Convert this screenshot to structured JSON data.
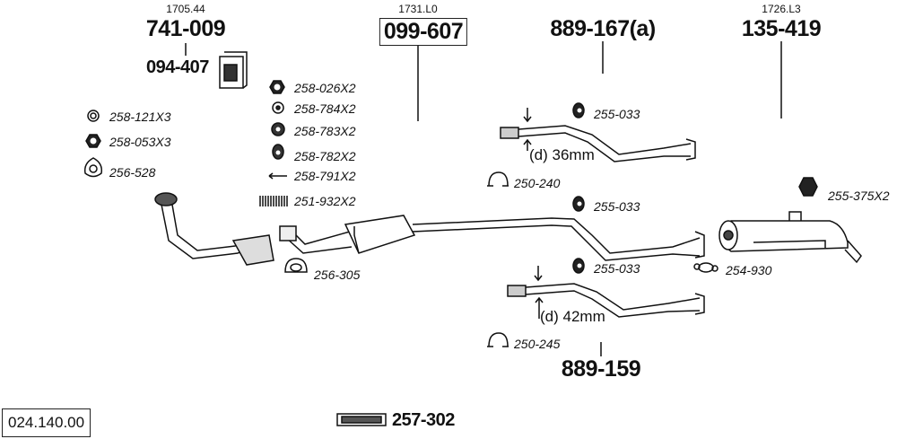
{
  "refs": {
    "downpipe_ref": "1705.44",
    "downpipe_part": "741-009",
    "bracket_part": "094-407",
    "catalyst_ref": "1731.L0",
    "catalyst_part": "099-607",
    "center_pipe_a_part": "889-167(a)",
    "rear_silencer_ref": "1726.L3",
    "rear_silencer_part": "135-419",
    "center_pipe_b_part": "889-159",
    "kit_part": "257-302",
    "model_code": "024.140.00"
  },
  "left_hardware": [
    {
      "icon": "washer-icon",
      "label": "258-121X3"
    },
    {
      "icon": "nut-icon",
      "label": "258-053X3"
    },
    {
      "icon": "gasket-icon",
      "label": "256-528"
    }
  ],
  "mid_hardware": [
    {
      "icon": "nut-icon",
      "label": "258-026X2"
    },
    {
      "icon": "washer-icon",
      "label": "258-784X2"
    },
    {
      "icon": "spring-washer-icon",
      "label": "258-783X2"
    },
    {
      "icon": "rubber-mount-icon",
      "label": "258-782X2"
    },
    {
      "icon": "bolt-icon",
      "label": "258-791X2"
    },
    {
      "icon": "spring-icon",
      "label": "251-932X2"
    }
  ],
  "parts": {
    "mount_a": "255-033",
    "mount_b": "255-033",
    "mount_c": "255-033",
    "clamp_a": "250-240",
    "clamp_b": "250-245",
    "gasket_cat": "256-305",
    "rear_mount": "255-375X2",
    "rear_clamp": "254-930"
  },
  "dimensions": {
    "pipe_a": "(d) 36mm",
    "pipe_b": "(d) 42mm"
  }
}
